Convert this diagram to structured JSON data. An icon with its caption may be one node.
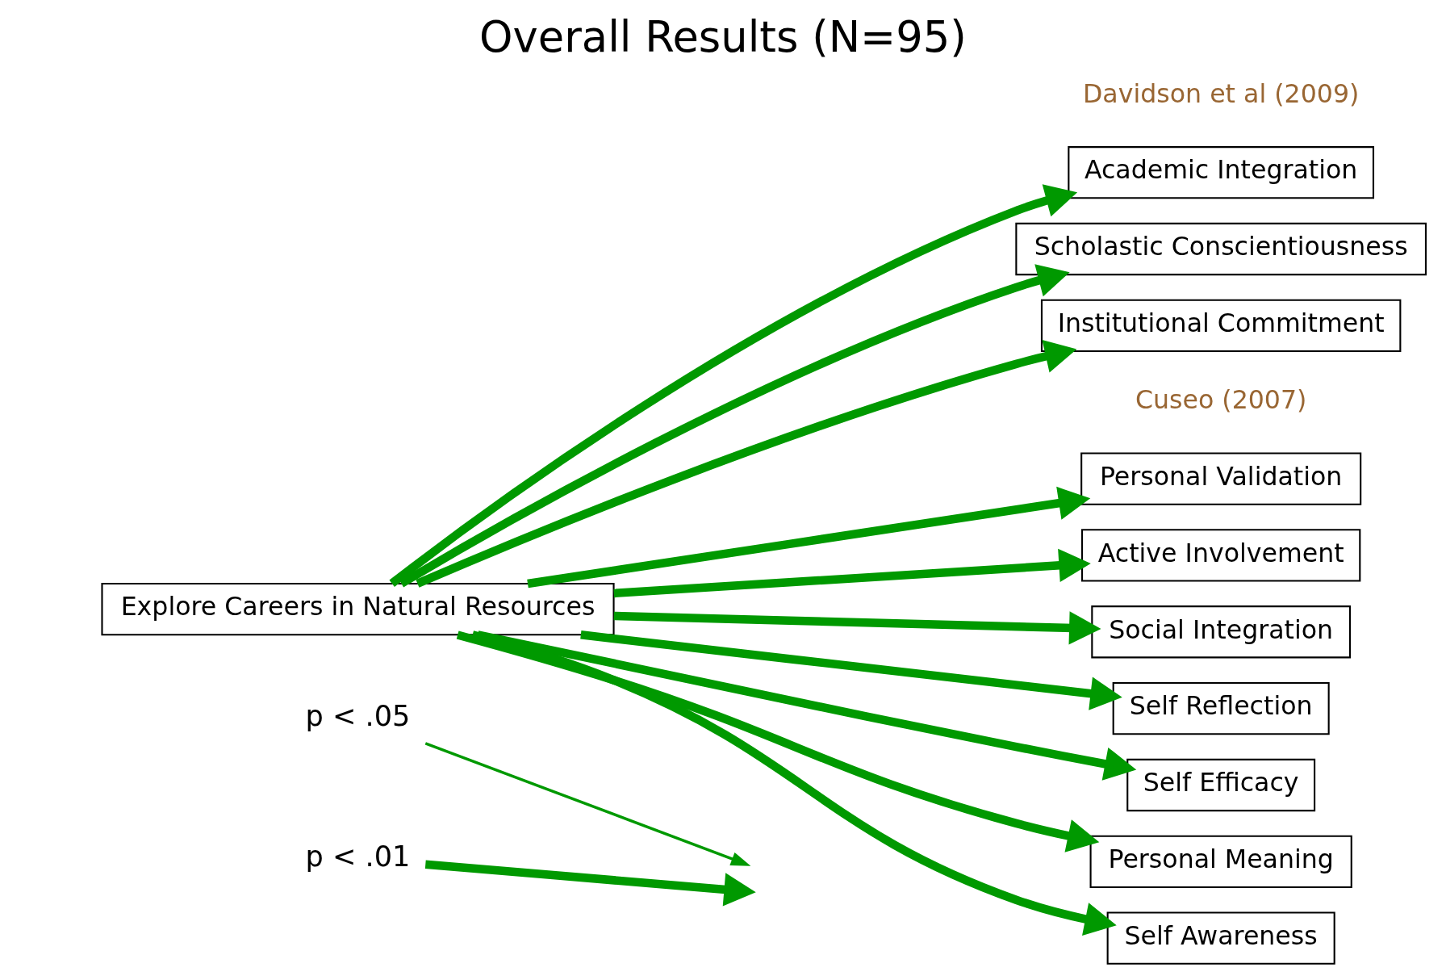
{
  "diagram": {
    "title": "Overall Results (N=95)",
    "nodes": [
      {
        "text": [
          "Explore Careers in Natural Resources"
        ]
      },
      {
        "text": [
          "Academic Integration"
        ]
      },
      {
        "text": [
          "Scholastic Conscientiousness"
        ]
      },
      {
        "text": [
          "Institutional Commitment"
        ]
      },
      {
        "text": [
          "Personal Validation"
        ]
      },
      {
        "text": [
          "Active Involvement"
        ]
      },
      {
        "text": [
          "Social Integration"
        ]
      },
      {
        "text": [
          "Self Reflection"
        ]
      },
      {
        "text": [
          "Self Efficacy"
        ]
      },
      {
        "text": [
          "Personal Meaning"
        ]
      },
      {
        "text": [
          "Self Awareness"
        ]
      }
    ],
    "edges": [
      {
        "from": 0,
        "to": 1,
        "arrow": "to"
      },
      {
        "from": 0,
        "to": 2,
        "arrow": "to"
      },
      {
        "from": 0,
        "to": 3,
        "arrow": "to"
      },
      {
        "from": 0,
        "to": 4,
        "arrow": "to"
      },
      {
        "from": 0,
        "to": 5,
        "arrow": "to"
      },
      {
        "from": 0,
        "to": 6,
        "arrow": "to"
      },
      {
        "from": 0,
        "to": 7,
        "arrow": "to"
      },
      {
        "from": 0,
        "to": 8,
        "arrow": "to"
      },
      {
        "from": 0,
        "to": 9,
        "arrow": "to"
      },
      {
        "from": 0,
        "to": 10,
        "arrow": "to"
      }
    ],
    "labels": [
      "Davidson et al (2009)",
      "Cuseo (2007)"
    ],
    "legend": [
      {
        "text": "p < .05"
      },
      {
        "text": "p < .01"
      }
    ]
  }
}
